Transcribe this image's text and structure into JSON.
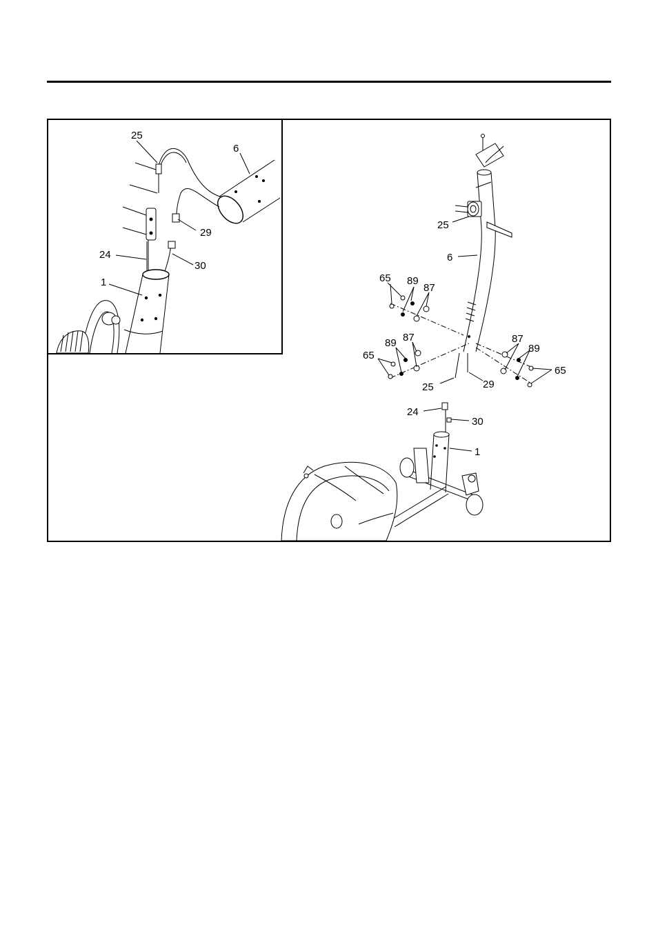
{
  "page": {
    "background": "#ffffff",
    "ink": "#000000"
  },
  "inset": {
    "labels": {
      "p25": "25",
      "p6": "6",
      "p29": "29",
      "p24": "24",
      "p30": "30",
      "p1": "1"
    }
  },
  "main": {
    "labels": {
      "p25_top": "25",
      "p6": "6",
      "p65_ul": "65",
      "p89_ul": "89",
      "p87_ul": "87",
      "p65_ll": "65",
      "p89_ll": "89",
      "p87_ll": "87",
      "p87_r": "87",
      "p89_r": "89",
      "p65_r": "65",
      "p25_bottom": "25",
      "p29": "29",
      "p24": "24",
      "p30": "30",
      "p1": "1"
    }
  }
}
